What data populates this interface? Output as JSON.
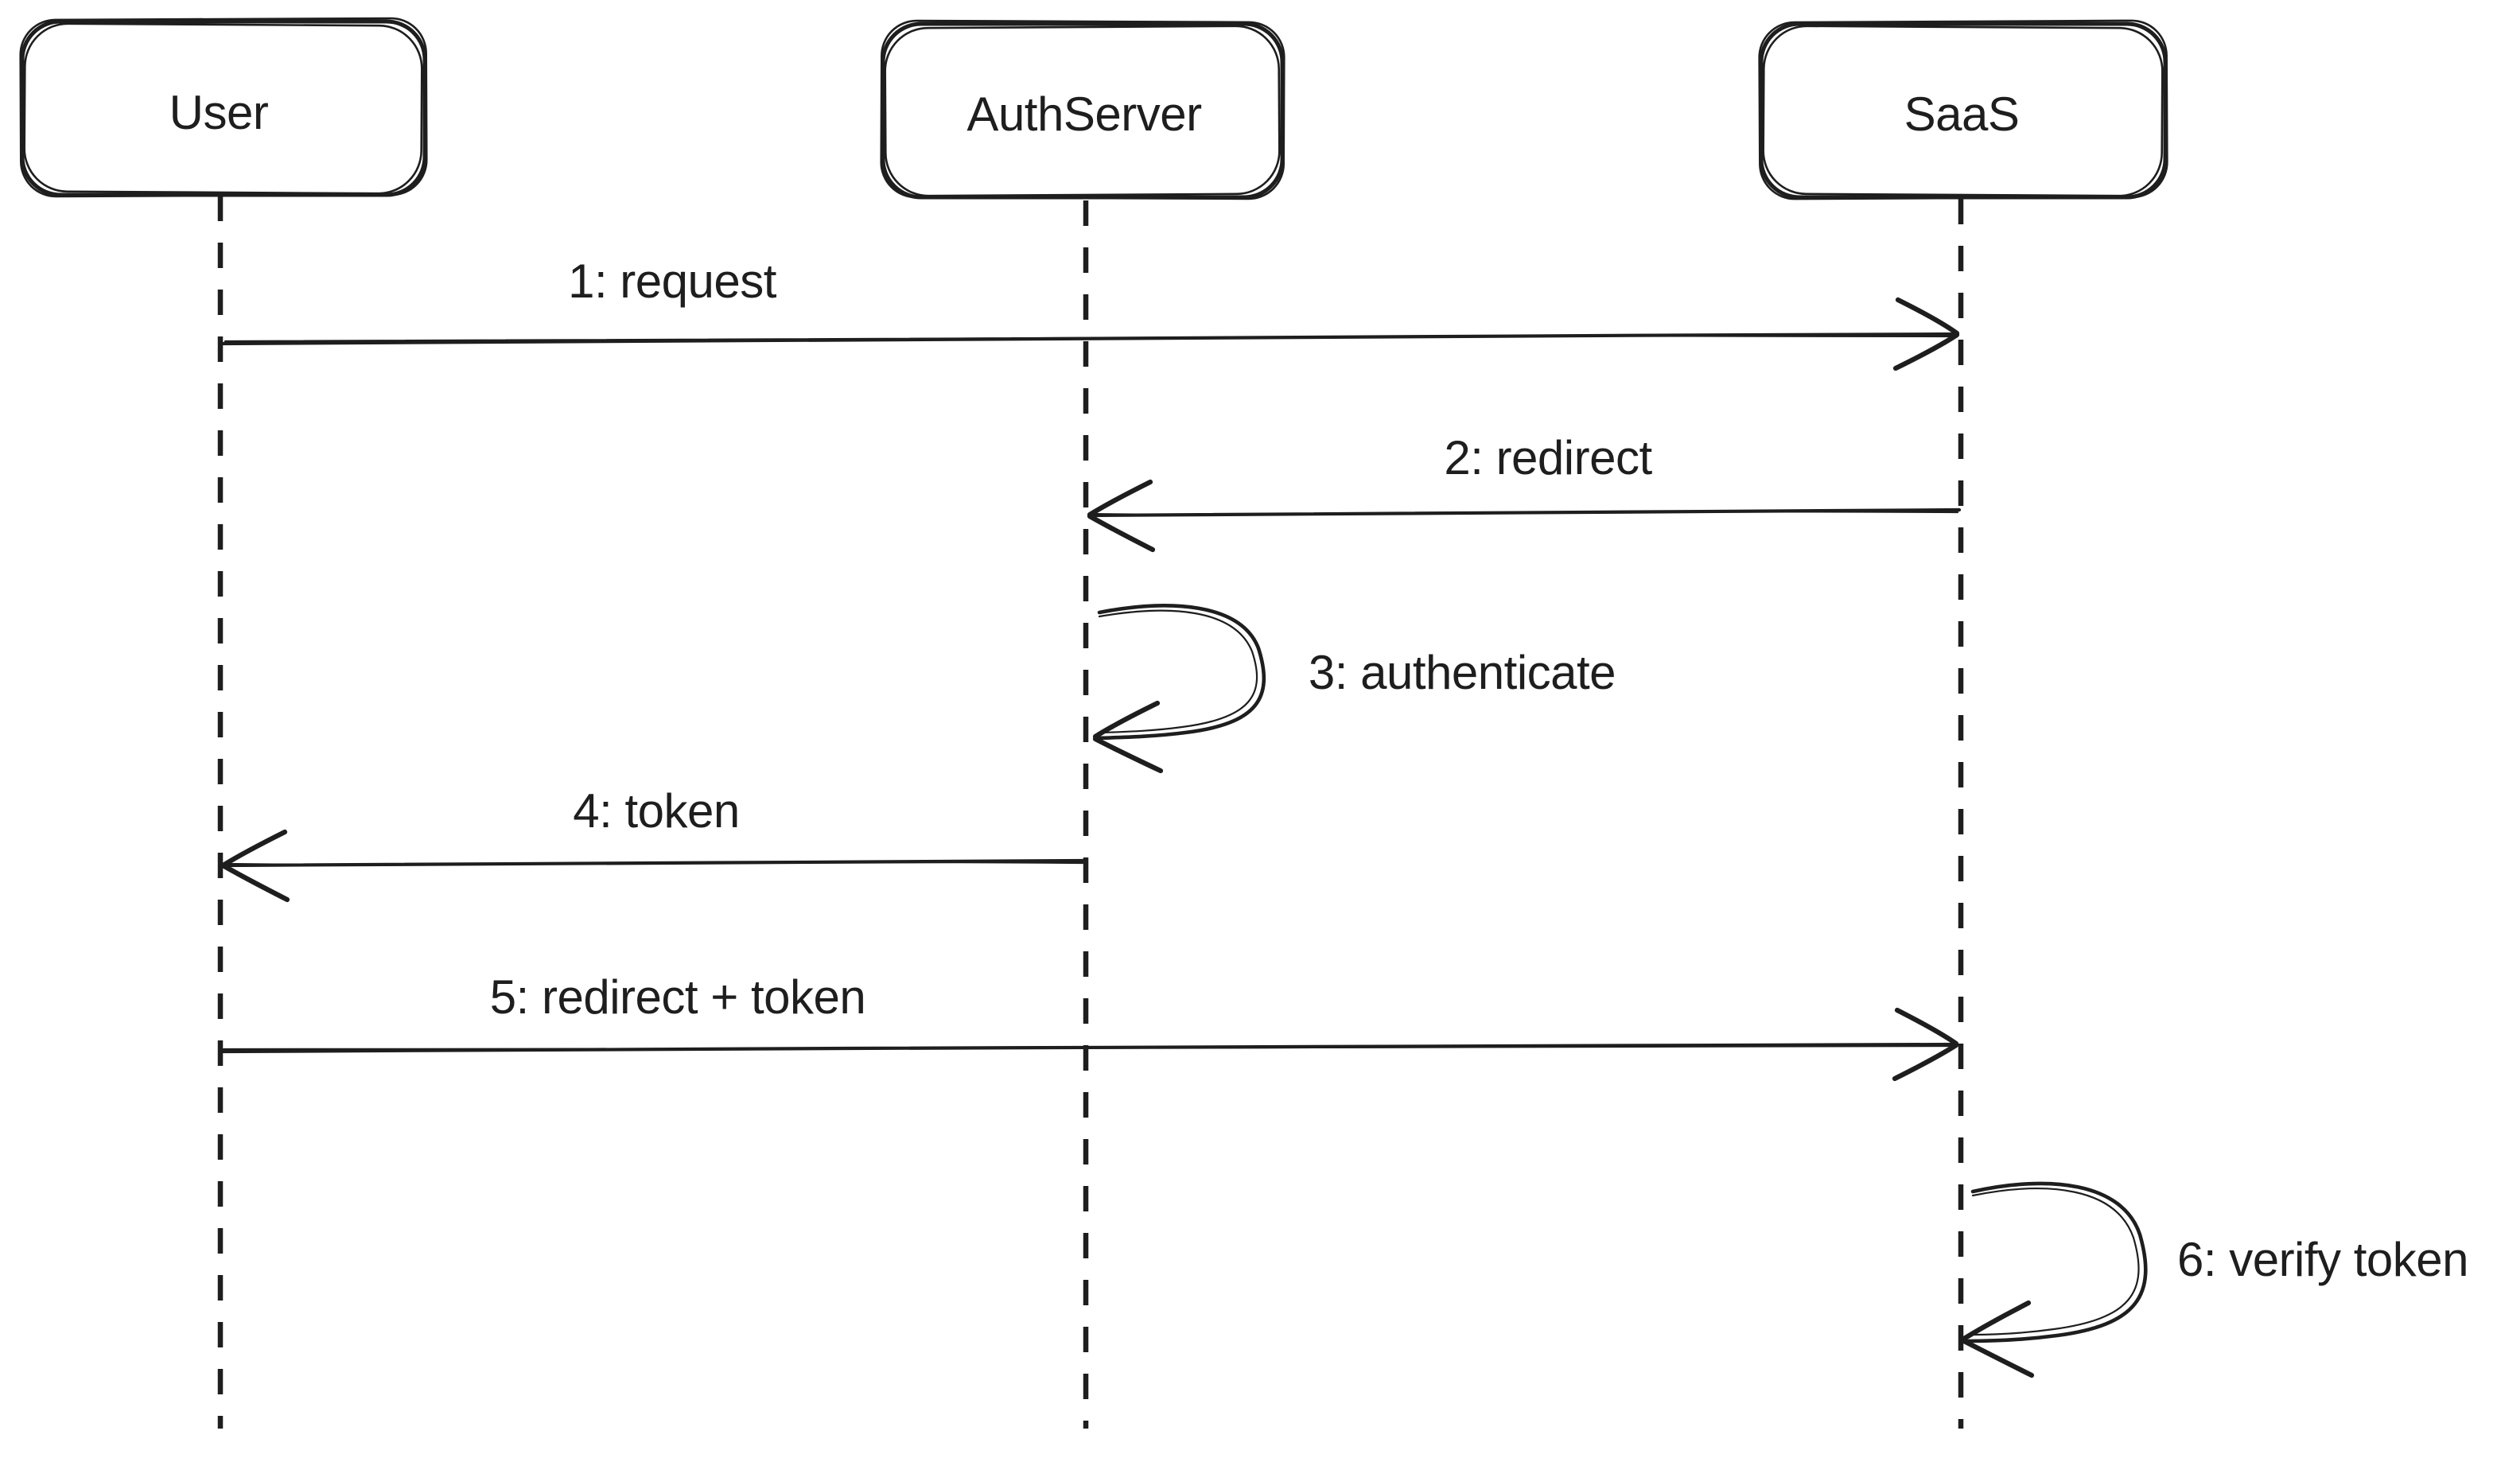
{
  "diagram": {
    "kind": "sequence-diagram",
    "background_color": "#ffffff",
    "stroke_color": "#1e1e1e",
    "actors": [
      {
        "label": "User"
      },
      {
        "label": "AuthServer"
      },
      {
        "label": "SaaS"
      }
    ],
    "messages": [
      {
        "label": "1: request",
        "from": "User",
        "to": "SaaS",
        "kind": "message"
      },
      {
        "label": "2: redirect",
        "from": "SaaS",
        "to": "AuthServer",
        "kind": "message"
      },
      {
        "label": "3: authenticate",
        "from": "AuthServer",
        "to": "AuthServer",
        "kind": "self-message"
      },
      {
        "label": "4: token",
        "from": "AuthServer",
        "to": "User",
        "kind": "message"
      },
      {
        "label": "5: redirect + token",
        "from": "User",
        "to": "SaaS",
        "kind": "message"
      },
      {
        "label": "6: verify token",
        "from": "SaaS",
        "to": "SaaS",
        "kind": "self-message"
      }
    ]
  }
}
